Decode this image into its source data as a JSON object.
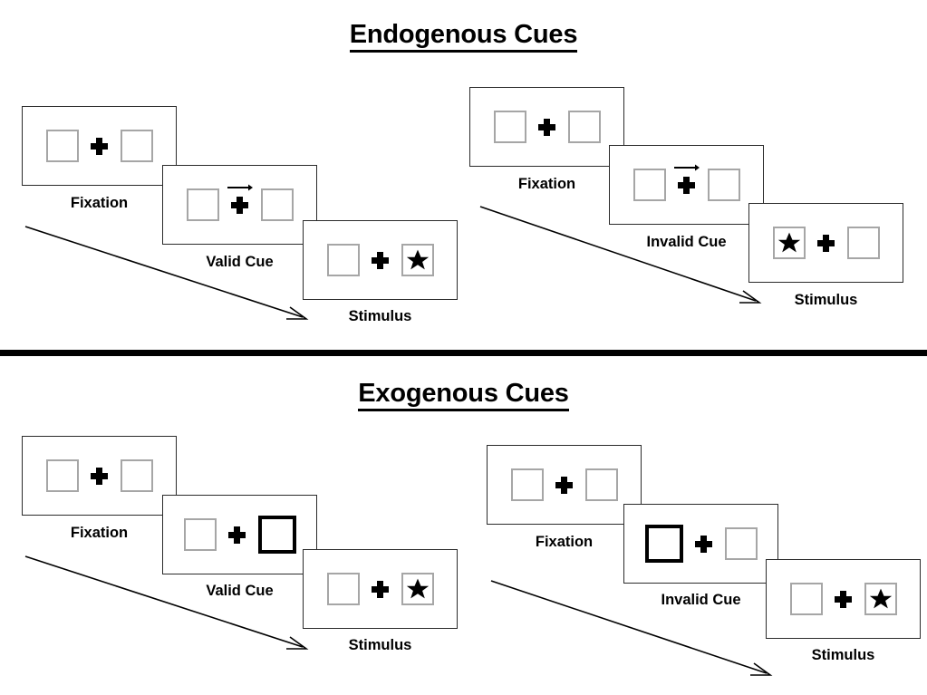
{
  "sections": [
    {
      "id": "endogenous",
      "title": "Endogenous Cues",
      "panels": [
        {
          "caption": "Fixation",
          "cue": "none",
          "star": "none"
        },
        {
          "caption": "Valid Cue",
          "cue": "arrow-right",
          "star": "none"
        },
        {
          "caption": "Stimulus",
          "cue": "none",
          "star": "right"
        },
        {
          "caption": "Fixation",
          "cue": "none",
          "star": "none"
        },
        {
          "caption": "Invalid Cue",
          "cue": "arrow-right",
          "star": "none"
        },
        {
          "caption": "Stimulus",
          "cue": "none",
          "star": "left"
        }
      ]
    },
    {
      "id": "exogenous",
      "title": "Exogenous Cues",
      "panels": [
        {
          "caption": "Fixation",
          "cue": "none",
          "star": "none"
        },
        {
          "caption": "Valid Cue",
          "cue": "box-right",
          "star": "none"
        },
        {
          "caption": "Stimulus",
          "cue": "none",
          "star": "right"
        },
        {
          "caption": "Fixation",
          "cue": "none",
          "star": "none"
        },
        {
          "caption": "Invalid Cue",
          "cue": "box-left",
          "star": "none"
        },
        {
          "caption": "Stimulus",
          "cue": "none",
          "star": "right"
        }
      ]
    }
  ],
  "colors": {
    "frame_border": "#2b2b2b",
    "box_border": "#a6a6a6",
    "cue_box_border": "#000000",
    "ink": "#000000",
    "background": "#ffffff"
  },
  "icons": {
    "plus": "plus-fixation-icon",
    "star": "star-stimulus-icon",
    "arrow": "arrow-right-icon",
    "flow": "flow-arrow-icon"
  }
}
